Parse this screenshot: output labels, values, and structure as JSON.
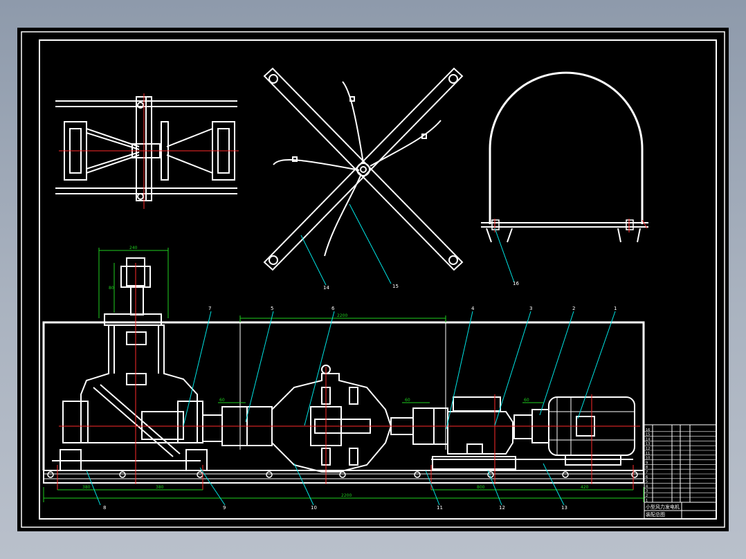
{
  "drawing": {
    "callouts": [
      "1",
      "2",
      "3",
      "4",
      "5",
      "6",
      "7",
      "8",
      "9",
      "10",
      "11",
      "12",
      "13",
      "14",
      "15",
      "16"
    ],
    "dimensions": {
      "top_width": "240",
      "span_1": "380",
      "span_2": "380",
      "total": "2200",
      "right_1": "800",
      "right_2": "420",
      "small_left": "60",
      "small_right": "60",
      "small_mid": "60",
      "vert": "80"
    },
    "title_block": {
      "title": "小型风力发电机",
      "subtitle": "装配总图",
      "rows": [
        "16",
        "15",
        "14",
        "13",
        "12",
        "11",
        "10",
        "9",
        "8",
        "7",
        "6",
        "5",
        "4",
        "3",
        "2",
        "1"
      ]
    }
  },
  "colors": {
    "background": "#000000",
    "line": "#ffffff",
    "leader": "#00e5e5",
    "dimension": "#1fd11f",
    "center": "#ff2a2a",
    "frame": "#ffffff"
  }
}
